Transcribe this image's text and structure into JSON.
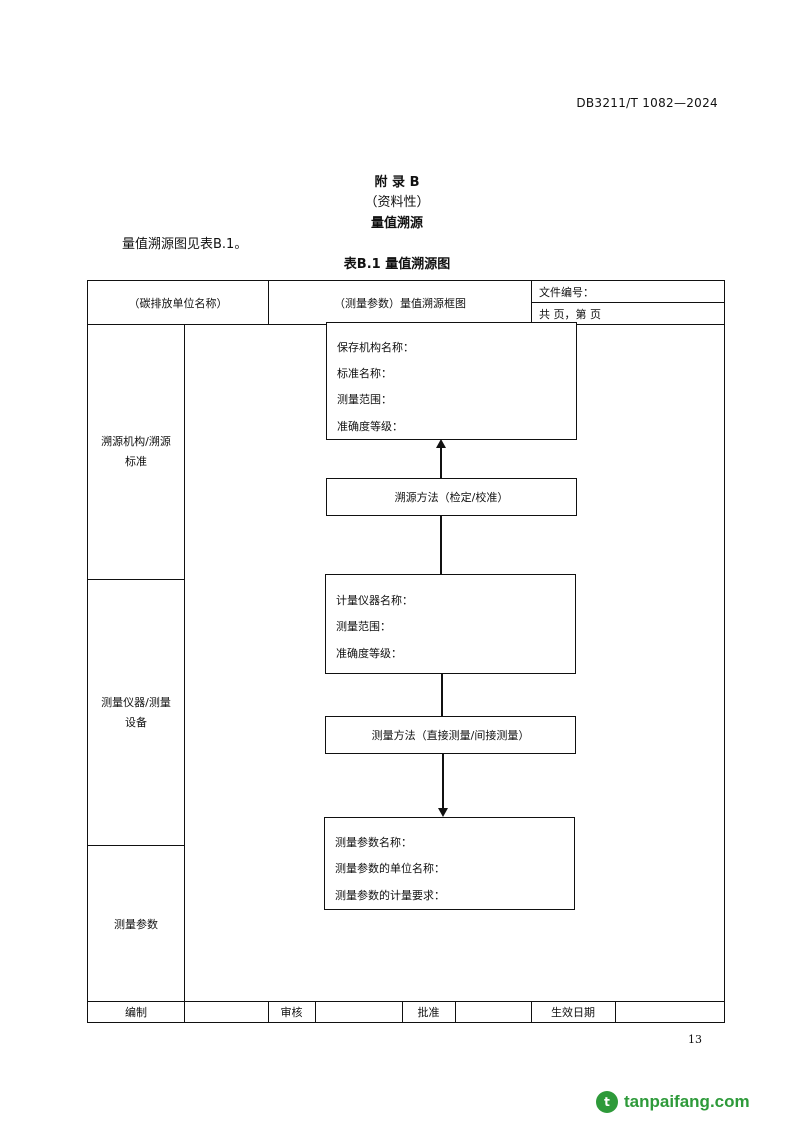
{
  "header": {
    "doc_id": "DB3211/T 1082—2024"
  },
  "appendix": {
    "title": "附  录  B",
    "nature": "（资料性）",
    "subject": "量值溯源",
    "intro": "量值溯源图见表B.1。",
    "table_caption": "表B.1  量值溯源图"
  },
  "table": {
    "header": {
      "unit_name": "（碳排放单位名称）",
      "frame_title": "（测量参数）量值溯源框图",
      "file_no": "文件编号：",
      "pages": "共   页，第   页"
    },
    "rows": {
      "traceability": "溯源机构/溯源\n标准",
      "instrument": "测量仪器/测量\n设备",
      "parameter": "测量参数"
    },
    "footer": {
      "compile": "编制",
      "review": "审核",
      "approve": "批准",
      "effective_date": "生效日期"
    }
  },
  "diagram": {
    "box1": [
      "保存机构名称：",
      "标准名称：",
      "测量范围：",
      "准确度等级："
    ],
    "method1": "溯源方法（检定/校准）",
    "box2": [
      "计量仪器名称：",
      "测量范围：",
      "准确度等级："
    ],
    "method2": "测量方法（直接测量/间接测量）",
    "box3": [
      "测量参数名称：",
      "测量参数的单位名称：",
      "测量参数的计量要求："
    ]
  },
  "page_number": "13",
  "watermark": {
    "logo": "t",
    "text": "tanpaifang.com",
    "color": "#2e9a3a"
  }
}
